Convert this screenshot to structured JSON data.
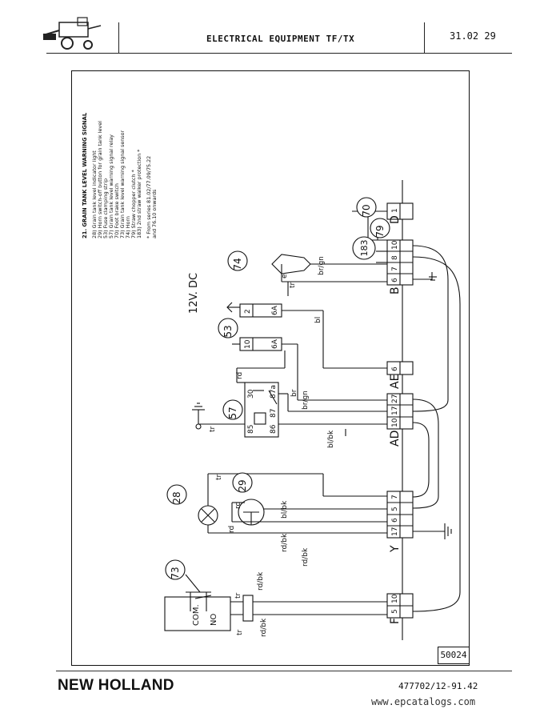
{
  "header": {
    "title": "ELECTRICAL EQUIPMENT TF/TX",
    "page": "31.02  29"
  },
  "legend": {
    "heading": "21. GRAIN TANK LEVEL WARNING SIGNAL",
    "items": [
      "28)  Grain tank level indicator light",
      "29)  Horn switch-off button for grain tank level",
      "53)  Fuse clamping strip",
      "57)  Grain tank level warning signal relay",
      "70)  Foot brake switch",
      "73)  Grain tank level warning signal sensor",
      "74)  Horn",
      "79)  Straw chopper clutch *",
      "183) 2nd straw walker protection *"
    ],
    "note1": "*   From series 81.02/77.09/75.22",
    "note2": "    and 76.10 onwards"
  },
  "components": {
    "c28": "28",
    "c29": "29",
    "c53": "53",
    "c57": "57",
    "c70": "70",
    "c73": "73",
    "c74": "74",
    "c79": "79",
    "c183": "183"
  },
  "connectors": {
    "F": {
      "label": "F",
      "pins": [
        "5",
        "10"
      ]
    },
    "Y": {
      "label": "Y",
      "pins": [
        "17",
        "6",
        "5",
        "7"
      ]
    },
    "AD": {
      "label": "AD",
      "pins": [
        "10",
        "17",
        "27"
      ]
    },
    "AE": {
      "label": "AE",
      "pins": [
        "6"
      ]
    },
    "B": {
      "label": "B",
      "pins": [
        "6",
        "7",
        "8",
        "10"
      ]
    },
    "D": {
      "label": "D",
      "pins": [
        "1"
      ]
    }
  },
  "supply": "12V. DC",
  "fuses": {
    "f2": "2",
    "f2a": "6A",
    "f10": "10",
    "f10a": "6A"
  },
  "relay_pins": {
    "p30": "30",
    "p87a": "87a",
    "p87": "87",
    "p85": "85",
    "p86": "86"
  },
  "sensor_text": {
    "com": "COM.",
    "no": "NO"
  },
  "wires": {
    "tr": "tr",
    "rd": "rd",
    "bl": "bl",
    "bl_bk": "bl/bk",
    "br": "br",
    "br_gn": "br/gn",
    "rd_bk": "rd/bk",
    "e": "e"
  },
  "ref": "50024",
  "footer": {
    "brand": "NEW HOLLAND",
    "docno": "477702/12-91.42",
    "url": "www.epcatalogs.com"
  }
}
